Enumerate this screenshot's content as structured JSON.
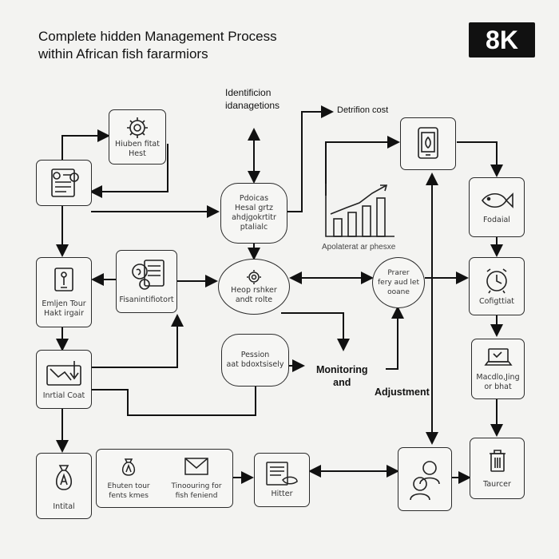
{
  "header": {
    "title_line1": "Complete hidden Management Process",
    "title_line2": "within African fish fararmiors",
    "badge": "8K"
  },
  "annotations": {
    "identification": "Identificion\nidanagetions",
    "detrifion": "Detrifion cost",
    "apolaterat": "Apolaterat ar phesxe",
    "monitoring": "Monitoring\nand",
    "adjustment": "Adjustment"
  },
  "nodes": {
    "hidden_fish": "Hiuben fitat\nHest",
    "document": "",
    "process_center": "Pdoicas\nHesal grtz\nahdjgokrtitr\nptalialc",
    "emijen": "Emljen Tour\nHakt irgair",
    "fisanintifiotort": "Fisanintifiotort",
    "heop_circle": "Heop rshker\nandt rolte",
    "initial_cost": "Inrtial Coat",
    "pession": "Pession\naat bdoxtsisely",
    "prarer": "Prarer\nfery aud let\nooane",
    "tablet": "",
    "fish": "Fodaial",
    "clock": "Cofigttiat",
    "laptop": "Macdlo,Jing\nor bhat",
    "intital": "Intital",
    "ehuten": "Ehuten tour\nfents kmes",
    "tinoouring": "Tinoouring for\nfish feniend",
    "hitter": "Hitter",
    "people": "",
    "trash": "Taurcer"
  }
}
